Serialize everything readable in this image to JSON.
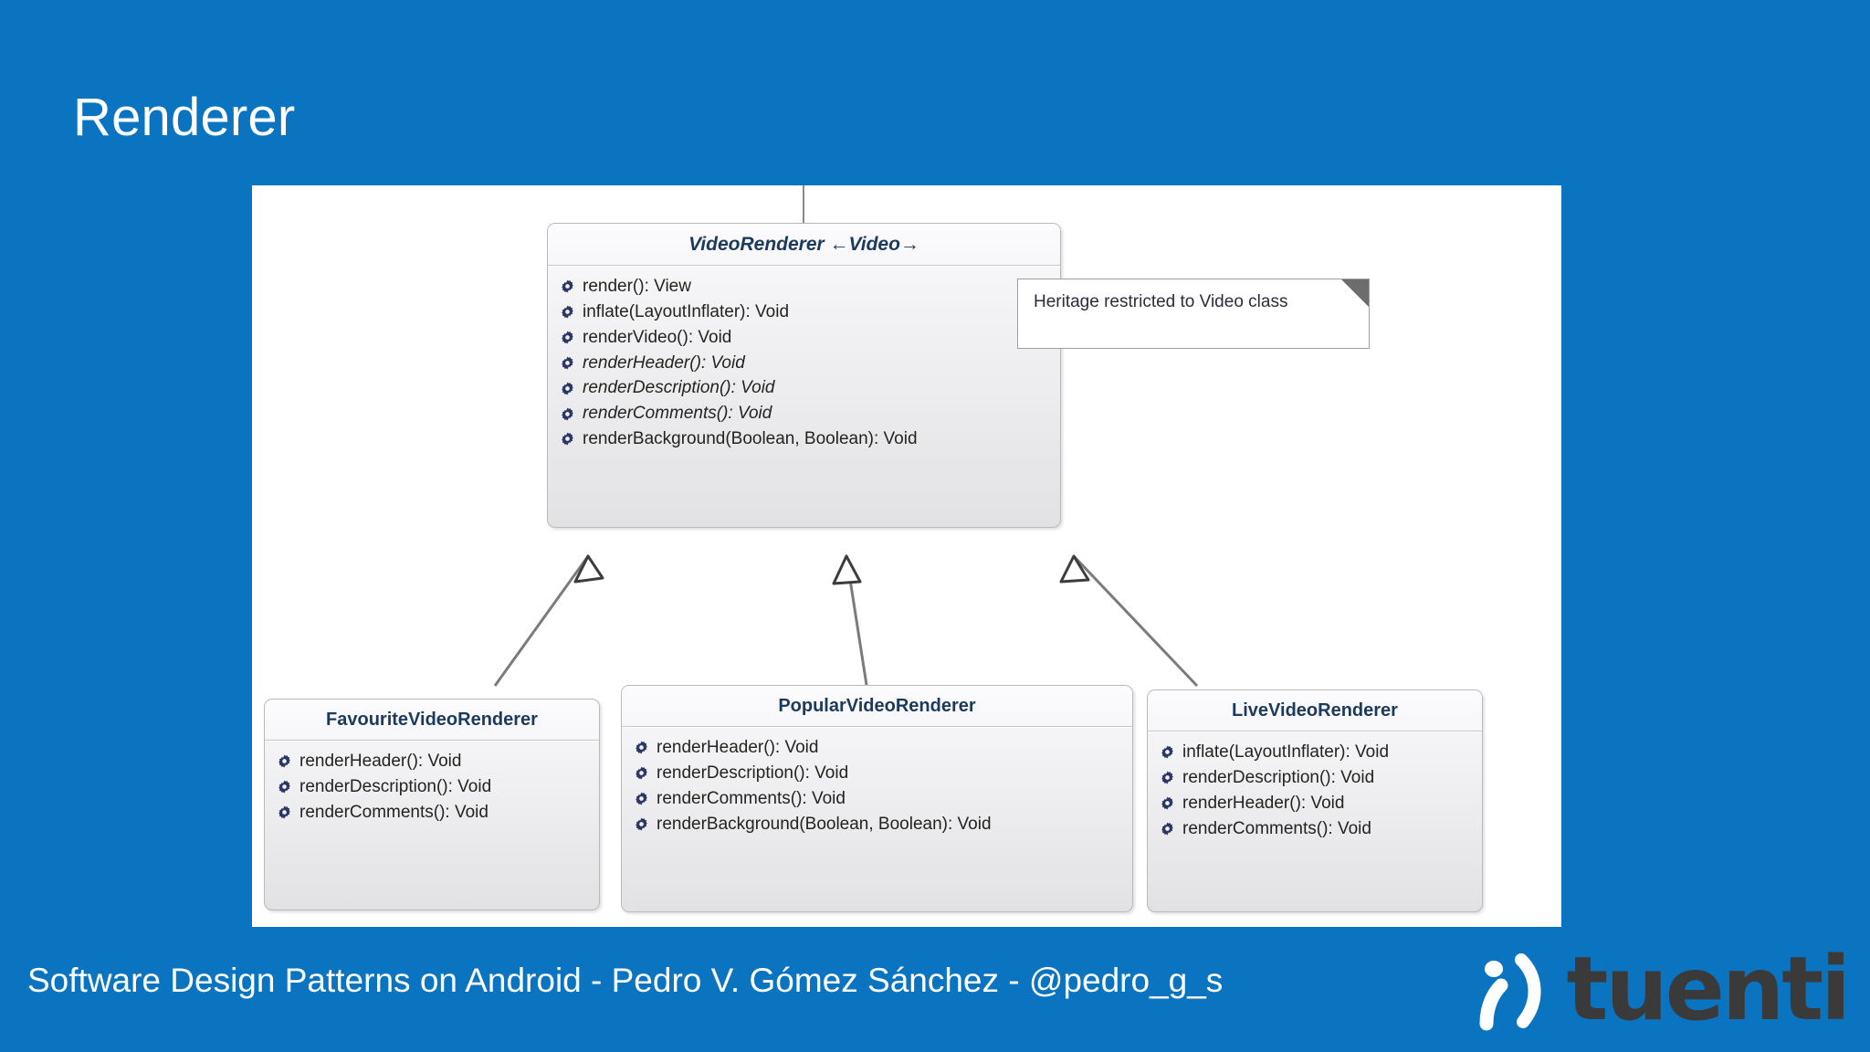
{
  "slide": {
    "title": "Renderer",
    "background_color": "#0a74c0",
    "canvas_color": "#ffffff"
  },
  "diagram": {
    "type": "uml-class-diagram",
    "parent_class": {
      "name": "VideoRenderer ←Video→",
      "is_abstract": true,
      "methods": [
        {
          "label": "render(): View",
          "abstract": false,
          "icon": "gear-icon"
        },
        {
          "label": "inflate(LayoutInflater): Void",
          "abstract": false,
          "icon": "gear-icon"
        },
        {
          "label": "renderVideo(): Void",
          "abstract": false,
          "icon": "gear-icon"
        },
        {
          "label": "renderHeader(): Void",
          "abstract": true,
          "icon": "gear-icon"
        },
        {
          "label": "renderDescription(): Void",
          "abstract": true,
          "icon": "gear-icon"
        },
        {
          "label": "renderComments(): Void",
          "abstract": true,
          "icon": "gear-icon"
        },
        {
          "label": "renderBackground(Boolean, Boolean): Void",
          "abstract": false,
          "icon": "gear-icon"
        }
      ]
    },
    "subclasses": [
      {
        "name": "FavouriteVideoRenderer",
        "methods": [
          {
            "label": "renderHeader(): Void",
            "icon": "gear-icon"
          },
          {
            "label": "renderDescription(): Void",
            "icon": "gear-icon"
          },
          {
            "label": "renderComments(): Void",
            "icon": "gear-icon"
          }
        ]
      },
      {
        "name": "PopularVideoRenderer",
        "methods": [
          {
            "label": "renderHeader(): Void",
            "icon": "gear-icon"
          },
          {
            "label": "renderDescription(): Void",
            "icon": "gear-icon"
          },
          {
            "label": "renderComments(): Void",
            "icon": "gear-icon"
          },
          {
            "label": "renderBackground(Boolean, Boolean): Void",
            "icon": "gear-icon"
          }
        ]
      },
      {
        "name": "LiveVideoRenderer",
        "methods": [
          {
            "label": "inflate(LayoutInflater): Void",
            "icon": "gear-icon"
          },
          {
            "label": "renderDescription(): Void",
            "icon": "gear-icon"
          },
          {
            "label": "renderHeader(): Void",
            "icon": "gear-icon"
          },
          {
            "label": "renderComments(): Void",
            "icon": "gear-icon"
          }
        ]
      }
    ],
    "note": {
      "text": "Heritage restricted to Video class",
      "attached_to": "VideoRenderer"
    },
    "relations": [
      {
        "type": "generalization",
        "from": "FavouriteVideoRenderer",
        "to": "VideoRenderer"
      },
      {
        "type": "generalization",
        "from": "PopularVideoRenderer",
        "to": "VideoRenderer"
      },
      {
        "type": "generalization",
        "from": "LiveVideoRenderer",
        "to": "VideoRenderer"
      },
      {
        "type": "note-link",
        "from": "VideoRenderer",
        "to": "Heritage restricted to Video class"
      }
    ]
  },
  "footer": {
    "credit": "Software Design Patterns on Android - Pedro V. Gómez Sánchez - @pedro_g_s",
    "logo_word": "tuenti",
    "logo_smiley": ";)"
  }
}
